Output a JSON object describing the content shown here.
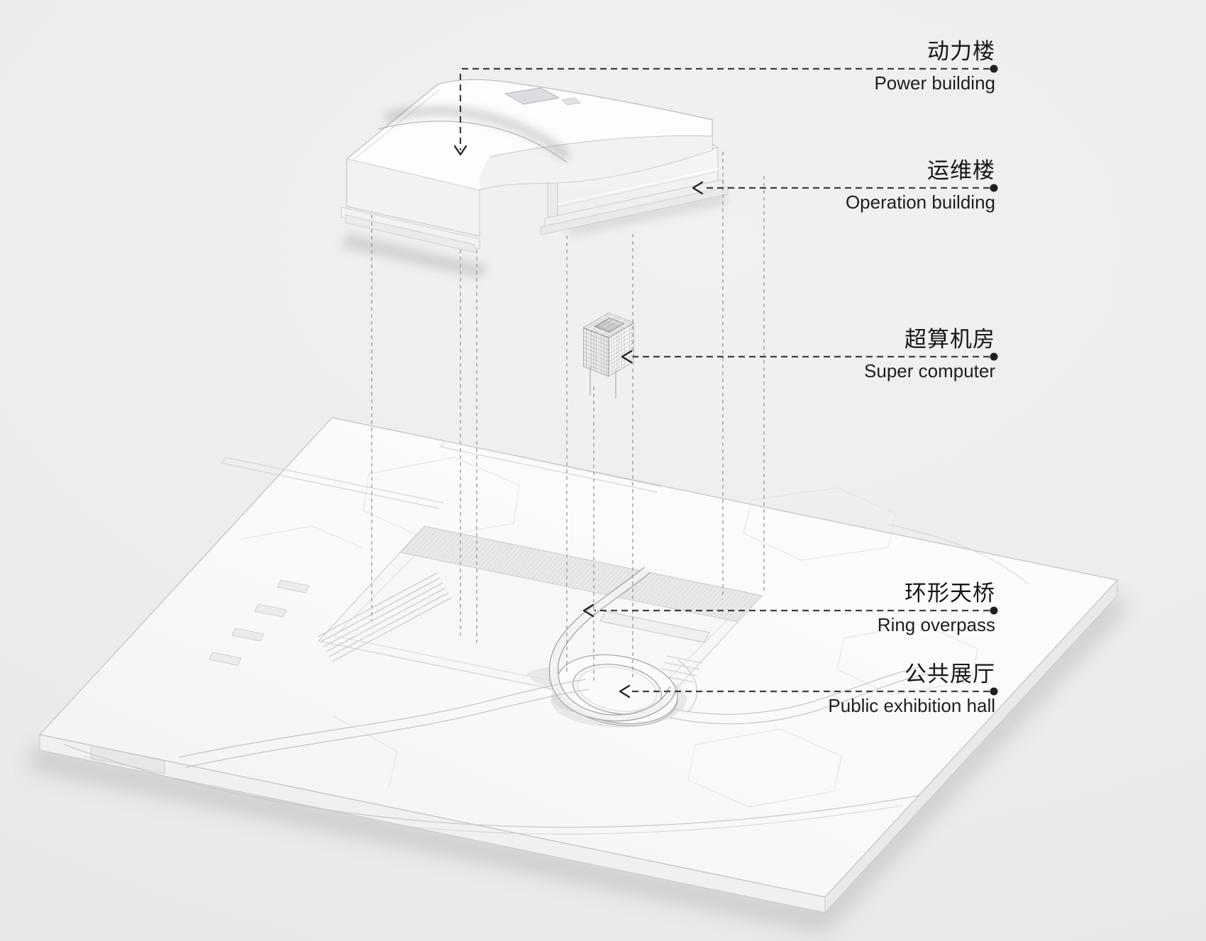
{
  "figure": {
    "type": "architectural-exploded-axonometric-diagram",
    "languages": "zh-en"
  },
  "colors": {
    "background": "#ededee",
    "leader_line": "#3f3f41",
    "projection_line": "#98989a",
    "model_line": "#bcbcbe",
    "text": "#1a1a1a",
    "dot": "#1f1f1f"
  },
  "callouts": [
    {
      "id": "power-building",
      "zh": "动力楼",
      "en": "Power building",
      "arrow": "down"
    },
    {
      "id": "operation-building",
      "zh": "运维楼",
      "en": "Operation building",
      "arrow": "left"
    },
    {
      "id": "super-computer",
      "zh": "超算机房",
      "en": "Super computer",
      "arrow": "left"
    },
    {
      "id": "ring-overpass",
      "zh": "环形天桥",
      "en": "Ring overpass",
      "arrow": "left"
    },
    {
      "id": "public-exhibition-hall",
      "zh": "公共展厅",
      "en": "Public exhibition hall",
      "arrow": "left"
    }
  ]
}
